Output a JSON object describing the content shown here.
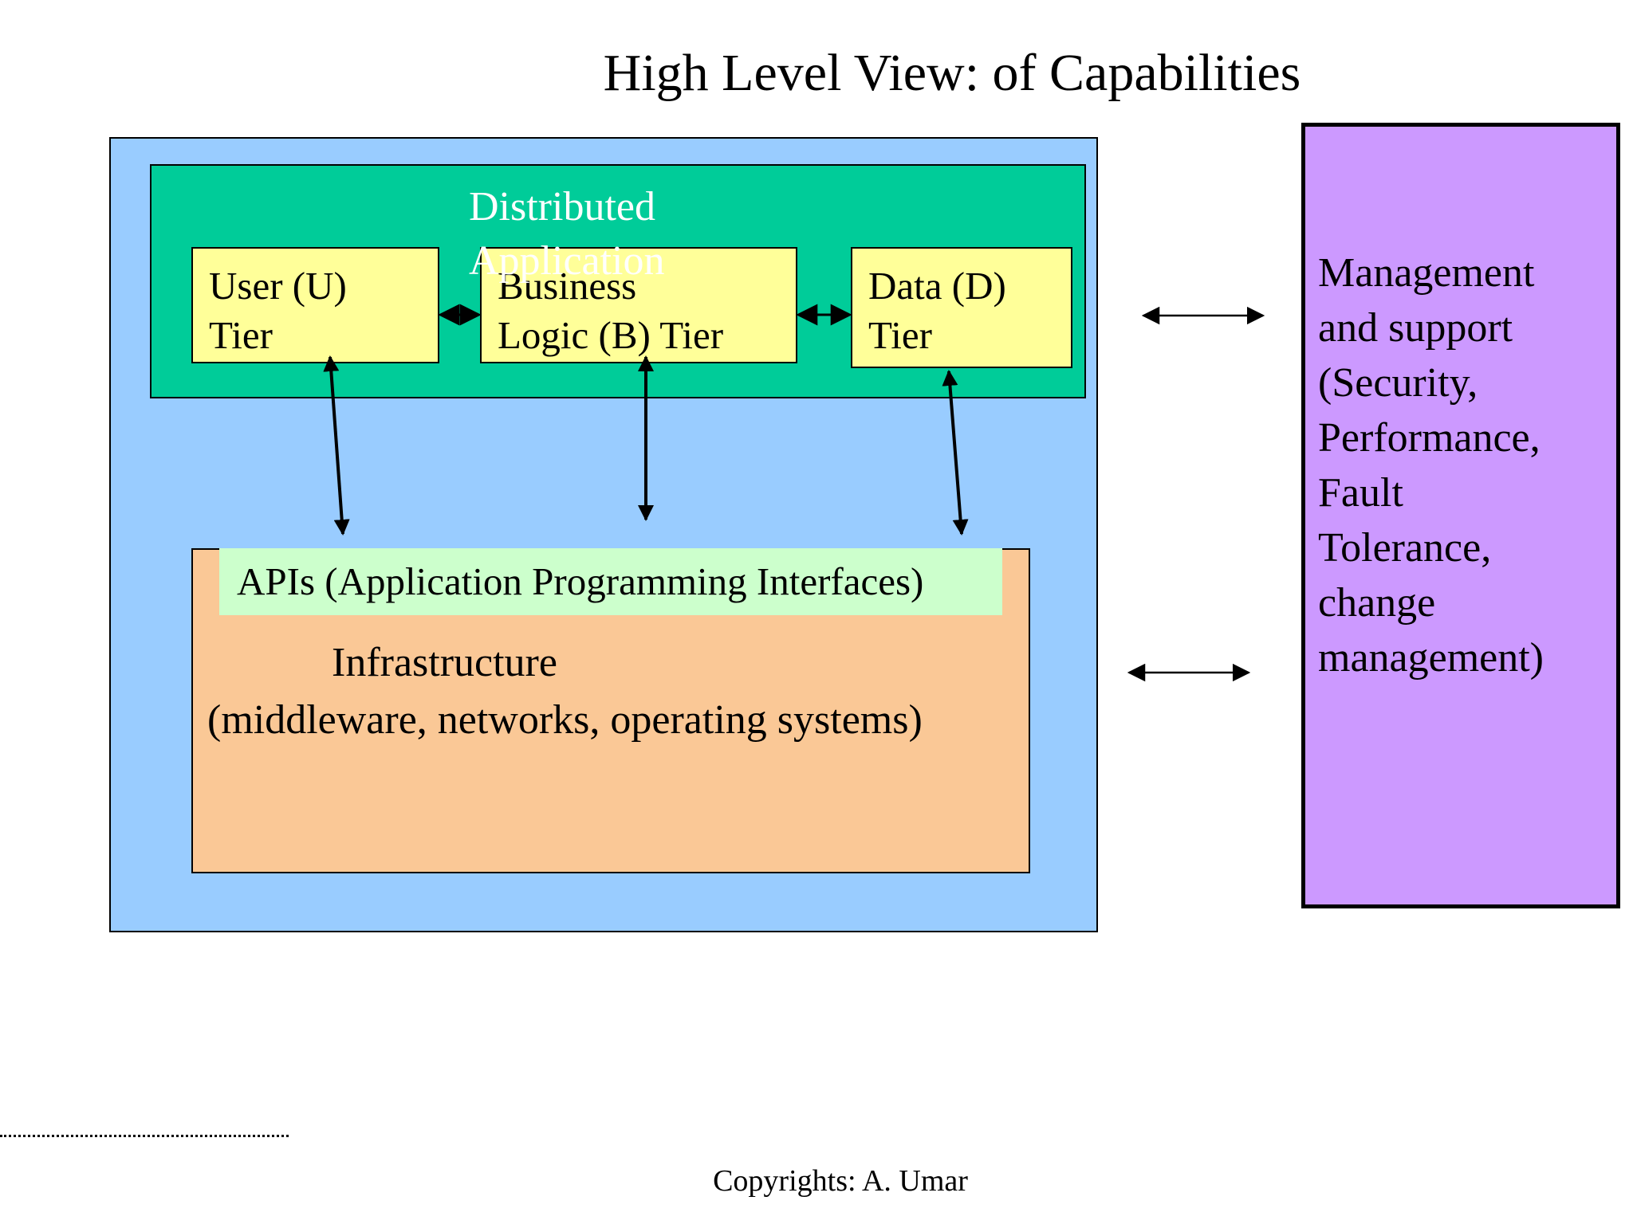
{
  "title": "High Level View: of Capabilities",
  "distributed_application": {
    "label_line1": "Distributed",
    "label_line2": "Application"
  },
  "tiers": {
    "user": {
      "line1": "User (U)",
      "line2": "Tier"
    },
    "business": {
      "line1": "Business",
      "line2": "Logic (B) Tier"
    },
    "data": {
      "line1": "Data (D)",
      "line2": "Tier"
    }
  },
  "apis_label": "APIs (Application Programming Interfaces)",
  "infrastructure": {
    "title": "Infrastructure",
    "subtitle": "(middleware, networks, operating systems)"
  },
  "management": {
    "lines": [
      "Management",
      "and support",
      "(Security,",
      "Performance,",
      "Fault",
      "Tolerance,",
      "change",
      "management)"
    ]
  },
  "footer": {
    "copyright": "Copyrights: A. Umar"
  },
  "colors": {
    "outer_box": "#99ccff",
    "distributed_box": "#00cc99",
    "tier_box": "#ffff99",
    "infrastructure_box": "#fac896",
    "api_strip": "#ccffcc",
    "management_box": "#cc99ff"
  }
}
